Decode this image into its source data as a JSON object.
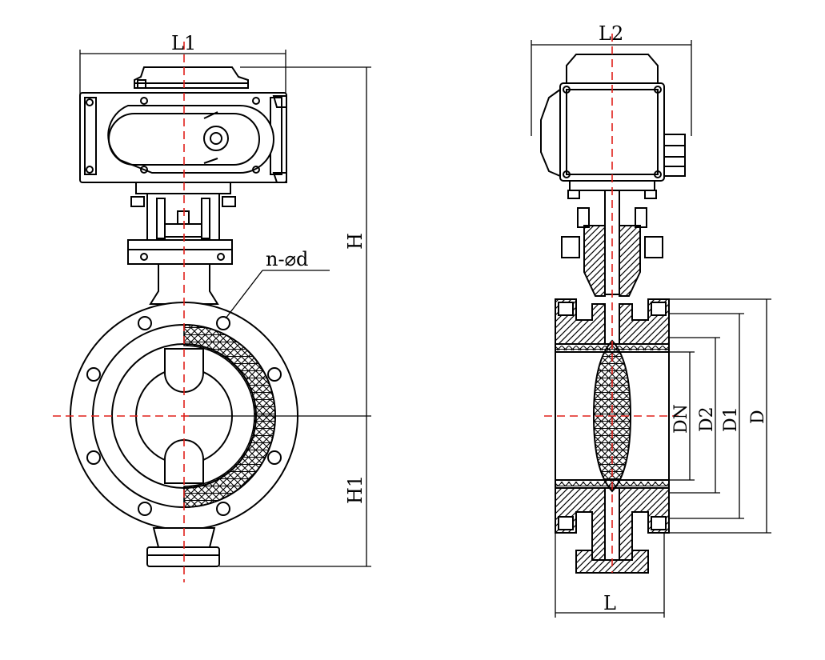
{
  "labels": {
    "L1": "L1",
    "L2": "L2",
    "H": "H",
    "H1": "H1",
    "bolt_holes": "n-⌀d",
    "DN": "DN",
    "D2": "D2",
    "D1": "D1",
    "D": "D",
    "L": "L"
  },
  "colors": {
    "line": "#000000",
    "centerline": "#e0201a",
    "background": "#ffffff"
  }
}
